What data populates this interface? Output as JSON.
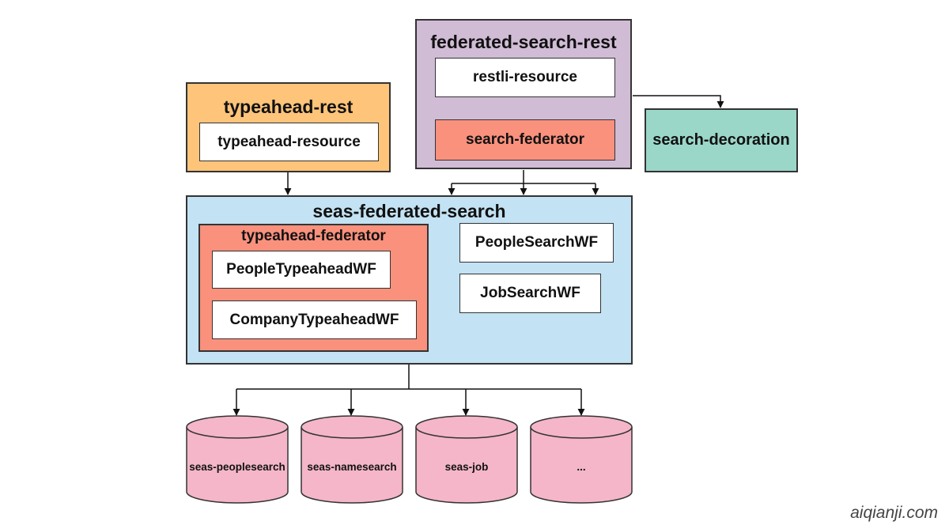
{
  "typeahead_rest": {
    "title": "typeahead-rest",
    "resource": "typeahead-resource"
  },
  "federated_search_rest": {
    "title": "federated-search-rest",
    "resource": "restli-resource",
    "federator": "search-federator"
  },
  "search_decoration": {
    "label": "search-decoration"
  },
  "seas_federated_search": {
    "title": "seas-federated-search",
    "typeahead_federator": {
      "title": "typeahead-federator",
      "items": [
        "PeopleTypeaheadWF",
        "CompanyTypeaheadWF"
      ]
    },
    "workflows": [
      "PeopleSearchWF",
      "JobSearchWF"
    ]
  },
  "databases": [
    "seas-peoplesearch",
    "seas-namesearch",
    "seas-job",
    "..."
  ],
  "watermark": "aiqianji.com",
  "colors": {
    "typeahead_rest": "#fdc47a",
    "federated_search_rest": "#d1bcd6",
    "search_decoration": "#9bd7c9",
    "seas_federated_search": "#c3e2f3",
    "federator": "#f9917d",
    "database": "#f4b6c8"
  }
}
